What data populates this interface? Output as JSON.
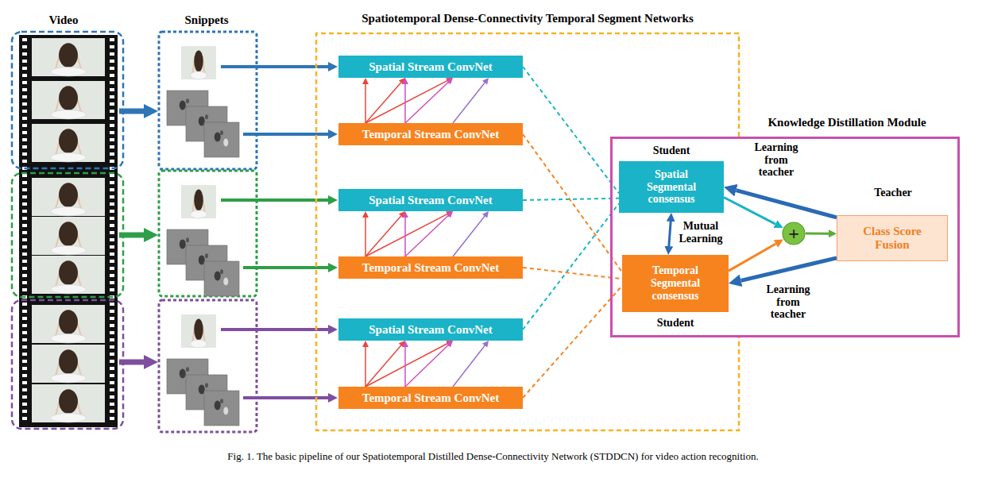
{
  "diagram": {
    "caption": "Fig. 1. The basic pipeline of our Spatiotemporal Distilled Dense-Connectivity Network (STDDCN) for video action recognition.",
    "nodes": [
      {
        "text": [
          "Spatiotemporal Dense-Connectivity Temporal Segment Networks"
        ]
      },
      {
        "text": [
          "Spatial Stream ConvNet"
        ],
        "in": 0
      },
      {
        "text": [
          "Temporal Stream ConvNet"
        ],
        "in": 0
      },
      {
        "text": [
          "Spatial Stream ConvNet"
        ],
        "in": 0
      },
      {
        "text": [
          "Temporal Stream ConvNet"
        ],
        "in": 0
      },
      {
        "text": [
          "Spatial Stream ConvNet"
        ],
        "in": 0
      },
      {
        "text": [
          "Temporal Stream ConvNet"
        ],
        "in": 0
      },
      {
        "text": [
          "Knowledge Distillation Module"
        ]
      },
      {
        "text": [
          "Student",
          "Spatial Segmental consensus"
        ],
        "in": 7
      },
      {
        "text": [
          "Temporal Segmental consensus",
          "Student"
        ],
        "in": 7
      },
      {
        "text": [
          "+"
        ],
        "in": 7
      },
      {
        "text": [
          "Teacher",
          "Class Score Fusion"
        ],
        "in": 7
      }
    ],
    "edges": [
      {
        "from": 2,
        "to": 1,
        "arrow": "to"
      },
      {
        "from": 2,
        "to": 1,
        "arrow": "to"
      },
      {
        "from": 2,
        "to": 1,
        "arrow": "to"
      },
      {
        "from": 2,
        "to": 1,
        "arrow": "to"
      },
      {
        "from": 2,
        "to": 1,
        "arrow": "to"
      },
      {
        "from": 2,
        "to": 1,
        "arrow": "to"
      },
      {
        "from": 4,
        "to": 3,
        "arrow": "to"
      },
      {
        "from": 4,
        "to": 3,
        "arrow": "to"
      },
      {
        "from": 4,
        "to": 3,
        "arrow": "to"
      },
      {
        "from": 4,
        "to": 3,
        "arrow": "to"
      },
      {
        "from": 4,
        "to": 3,
        "arrow": "to"
      },
      {
        "from": 4,
        "to": 3,
        "arrow": "to"
      },
      {
        "from": 6,
        "to": 5,
        "arrow": "to"
      },
      {
        "from": 6,
        "to": 5,
        "arrow": "to"
      },
      {
        "from": 6,
        "to": 5,
        "arrow": "to"
      },
      {
        "from": 6,
        "to": 5,
        "arrow": "to"
      },
      {
        "from": 6,
        "to": 5,
        "arrow": "to"
      },
      {
        "from": 6,
        "to": 5,
        "arrow": "to"
      },
      {
        "from": 1,
        "to": 8,
        "arrow": "none"
      },
      {
        "from": 3,
        "to": 8,
        "arrow": "none"
      },
      {
        "from": 5,
        "to": 8,
        "arrow": "none"
      },
      {
        "from": 2,
        "to": 9,
        "arrow": "none"
      },
      {
        "from": 4,
        "to": 9,
        "arrow": "none"
      },
      {
        "from": 6,
        "to": 9,
        "arrow": "none"
      },
      {
        "from": 8,
        "to": 9,
        "arrow": "both",
        "label": "Mutual Learning"
      },
      {
        "from": 11,
        "to": 8,
        "arrow": "to",
        "label": "Learning from teacher"
      },
      {
        "from": 11,
        "to": 9,
        "arrow": "to",
        "label": "Learning from teacher"
      },
      {
        "from": 8,
        "to": 10,
        "arrow": "to"
      },
      {
        "from": 9,
        "to": 10,
        "arrow": "to"
      },
      {
        "from": 10,
        "to": 11,
        "arrow": "to"
      }
    ],
    "labels": [
      "Video",
      "Snippets"
    ]
  }
}
